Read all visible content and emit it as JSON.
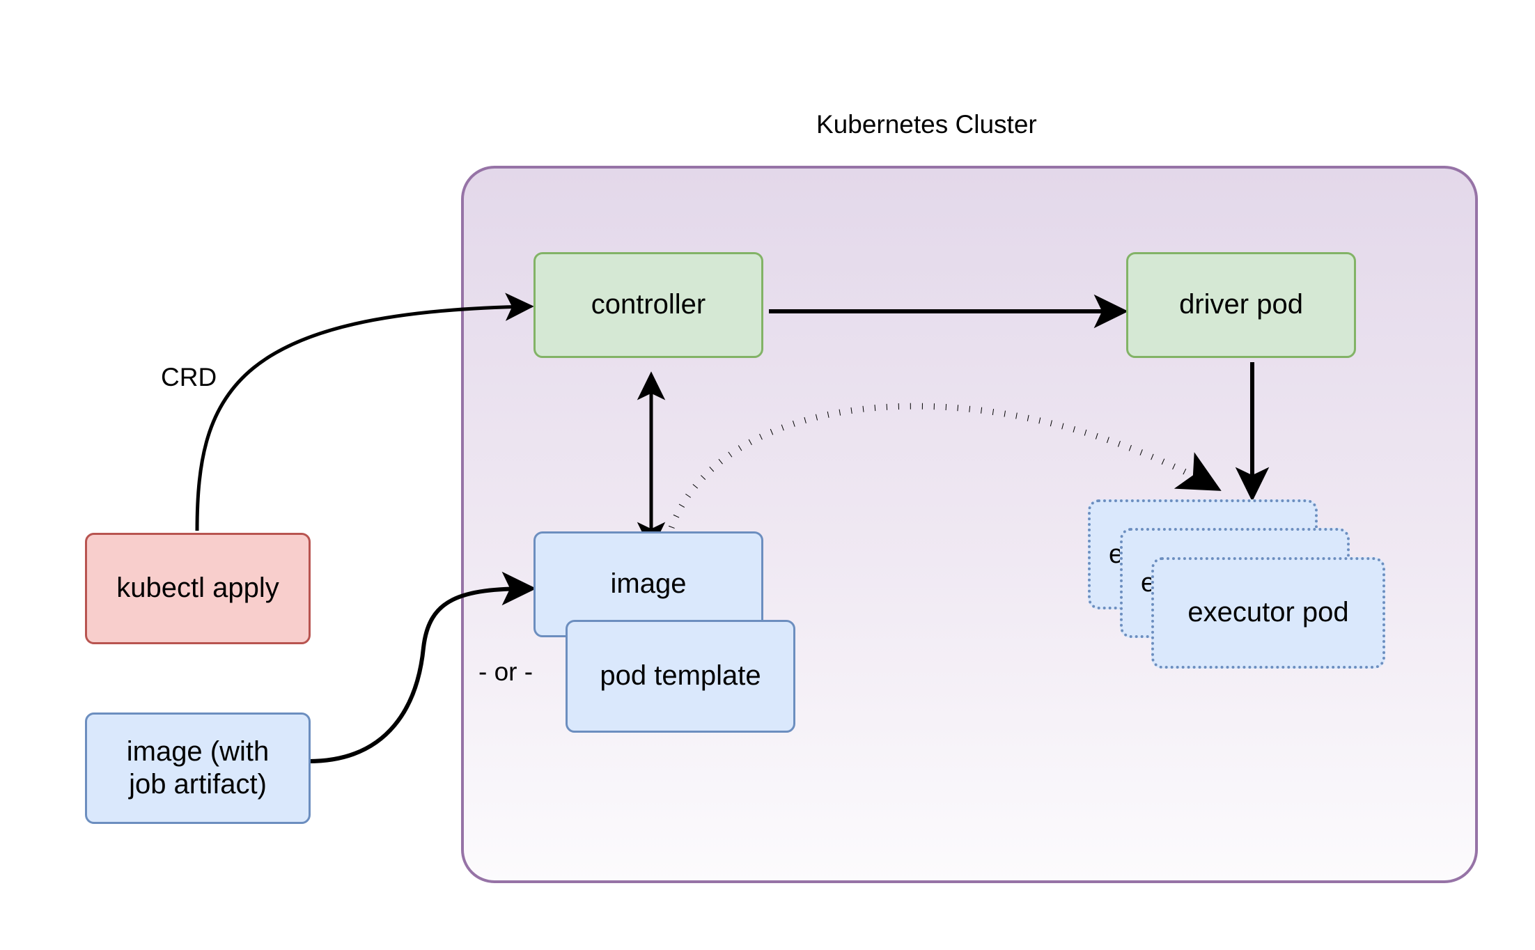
{
  "diagram": {
    "title": "Kubernetes Cluster",
    "cluster": {
      "label": "Kubernetes Cluster",
      "border_color": "#9673a6",
      "fill_top": "#e5dbeb",
      "fill_bottom": "#fbf9fc"
    },
    "nodes": [
      {
        "id": "controller",
        "label": "controller",
        "shape": "rounded-rect",
        "style": "green",
        "fill": "#d5e8d4",
        "stroke": "#82b366"
      },
      {
        "id": "driver-pod",
        "label": "driver pod",
        "shape": "rounded-rect",
        "style": "green",
        "fill": "#d5e8d4",
        "stroke": "#82b366"
      },
      {
        "id": "kubectl-apply",
        "label": "kubectl apply",
        "shape": "rounded-rect",
        "style": "red",
        "fill": "#f8cecc",
        "stroke": "#b85450"
      },
      {
        "id": "image-with-job-artifact",
        "label": "image (with job artifact)",
        "label_line1": "image (with",
        "label_line2": "job artifact)",
        "shape": "rounded-rect",
        "style": "blue",
        "fill": "#dae8fc",
        "stroke": "#6c8ebf"
      },
      {
        "id": "image",
        "label": "image",
        "shape": "rounded-rect",
        "style": "blue",
        "fill": "#dae8fc",
        "stroke": "#6c8ebf"
      },
      {
        "id": "pod-template",
        "label": "pod template",
        "shape": "rounded-rect",
        "style": "blue",
        "fill": "#dae8fc",
        "stroke": "#6c8ebf"
      },
      {
        "id": "executor-pod-back",
        "label": "e",
        "full_label": "executor pod",
        "shape": "rounded-rect-dotted",
        "style": "blue-dotted",
        "fill": "#dae8fc",
        "stroke": "#6c8ebf"
      },
      {
        "id": "executor-pod-middle",
        "label": "e",
        "full_label": "executor pod",
        "shape": "rounded-rect-dotted",
        "style": "blue-dotted",
        "fill": "#dae8fc",
        "stroke": "#6c8ebf"
      },
      {
        "id": "executor-pod-front",
        "label": "executor pod",
        "shape": "rounded-rect-dotted",
        "style": "blue-dotted",
        "fill": "#dae8fc",
        "stroke": "#6c8ebf"
      }
    ],
    "edges": [
      {
        "id": "kubectl-to-controller",
        "from": "kubectl-apply",
        "to": "controller",
        "label": "CRD",
        "style": "solid",
        "arrow": "single"
      },
      {
        "id": "controller-to-driver-pod",
        "from": "controller",
        "to": "driver-pod",
        "label": "",
        "style": "solid",
        "arrow": "single"
      },
      {
        "id": "controller-to-image",
        "from": "controller",
        "to": "image",
        "label": "",
        "style": "solid",
        "arrow": "double"
      },
      {
        "id": "image-to-executor-pod",
        "from": "image",
        "to": "executor-pod-back",
        "label": "",
        "style": "dotted",
        "arrow": "single"
      },
      {
        "id": "driver-pod-to-executor-pod",
        "from": "driver-pod",
        "to": "executor-pod-back",
        "label": "",
        "style": "solid",
        "arrow": "single"
      },
      {
        "id": "image-artifact-to-image",
        "from": "image-with-job-artifact",
        "to": "image",
        "label": "- or -",
        "style": "solid",
        "arrow": "single"
      }
    ],
    "labels": {
      "crd": "CRD",
      "or": "- or -"
    }
  }
}
